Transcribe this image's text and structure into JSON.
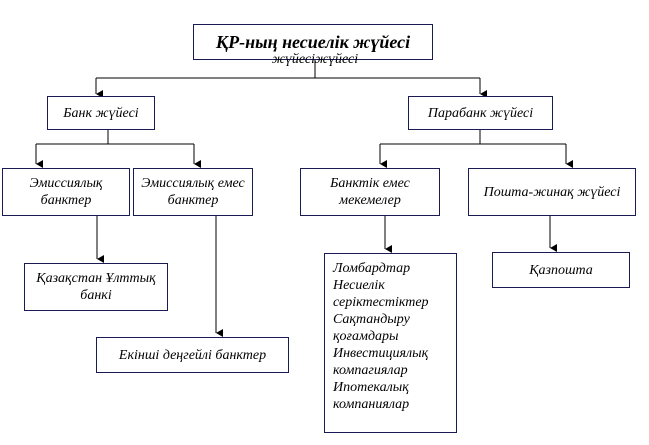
{
  "root": {
    "title": "ҚР-ның несиелік жүйесі",
    "subtitle": "жүйесіжүйесі"
  },
  "level1": {
    "bank": "Банк жүйесі",
    "parabank": "Парабанк жүйесі"
  },
  "level2": {
    "emission_banks": "Эмиссиялық банктер",
    "non_emission_banks": "Эмиссиялық емес банктер",
    "non_bank_institutions": "Банктік емес мекемелер",
    "postal_savings": "Пошта-жинақ жүйесі"
  },
  "level3": {
    "national_bank": "Қазақстан Ұлттық  банкі",
    "second_tier_banks": "Екінші деңгейлі банктер",
    "kazpost": "Қазпошта",
    "non_bank_list": [
      "Ломбардтар",
      "Несиелік",
      "серіктестіктер",
      "Сақтандыру",
      "қоғамдары",
      "Инвестициялық",
      "компагиялар",
      "Ипотекалық",
      "компаниялар"
    ]
  },
  "colors": {
    "border": "#1a1a55",
    "line": "#000000"
  }
}
